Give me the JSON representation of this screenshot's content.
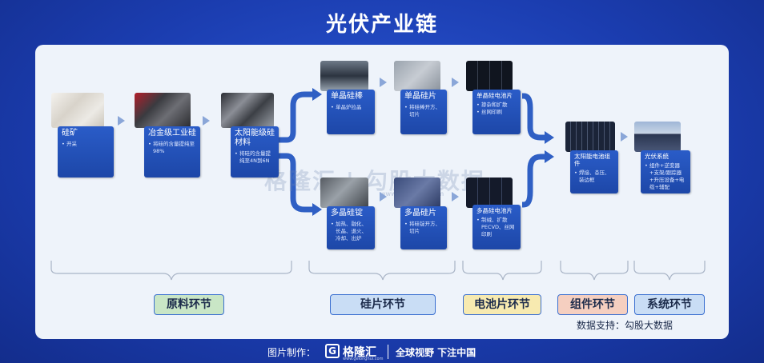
{
  "title": "光伏产业链",
  "watermark": {
    "text": "格隆汇 | 勾股大数据",
    "url": "www.gogudata.com"
  },
  "nodes": {
    "ore": {
      "title": "硅矿",
      "bullets": [
        "开采"
      ]
    },
    "mg_si": {
      "title": "冶金级工业硅",
      "bullets": [
        "将硅的含量提纯至98%"
      ]
    },
    "solar_si": {
      "title": "太阳能级硅材料",
      "bullets": [
        "将硅的含量提纯至4N到6N"
      ]
    },
    "mono_rod": {
      "title": "单晶硅棒",
      "bullets": [
        "单晶炉拉晶"
      ]
    },
    "mono_wafer": {
      "title": "单晶硅片",
      "bullets": [
        "将硅棒开方、切片"
      ]
    },
    "mono_cell": {
      "title": "单晶硅电池片",
      "bullets": [
        "掺杂和扩散",
        "丝网印刷"
      ]
    },
    "poly_ingot": {
      "title": "多晶硅锭",
      "bullets": [
        "加热、融化、长晶、退火、冷却、出炉"
      ]
    },
    "poly_wafer": {
      "title": "多晶硅片",
      "bullets": [
        "将硅锭开方、切片"
      ]
    },
    "poly_cell": {
      "title": "多晶硅电池片",
      "bullets": [
        "制绒、扩散PECVD、丝网印刷"
      ]
    },
    "module": {
      "title": "太阳能电池组件",
      "bullets": [
        "焊接、층压、装边框"
      ]
    },
    "system": {
      "title": "光伏系统",
      "bullets": [
        "组件+逆变器+支架/跟踪器+升压设备+电缆+辅配"
      ]
    }
  },
  "stages": [
    {
      "label": "原料环节",
      "color": "#c9e6c6"
    },
    {
      "label": "硅片环节",
      "color": "#c9ddf5"
    },
    {
      "label": "电池片环节",
      "color": "#f7eab0"
    },
    {
      "label": "组件环节",
      "color": "#f5cfc0"
    },
    {
      "label": "系统环节",
      "color": "#c9ddf5"
    }
  ],
  "source": "数据支持：勾股大数据",
  "footer": {
    "made_by": "图片制作：",
    "brand": "格隆汇",
    "brand_url": "www.gelonghui.com",
    "slogan": "全球视野 下注中国"
  }
}
